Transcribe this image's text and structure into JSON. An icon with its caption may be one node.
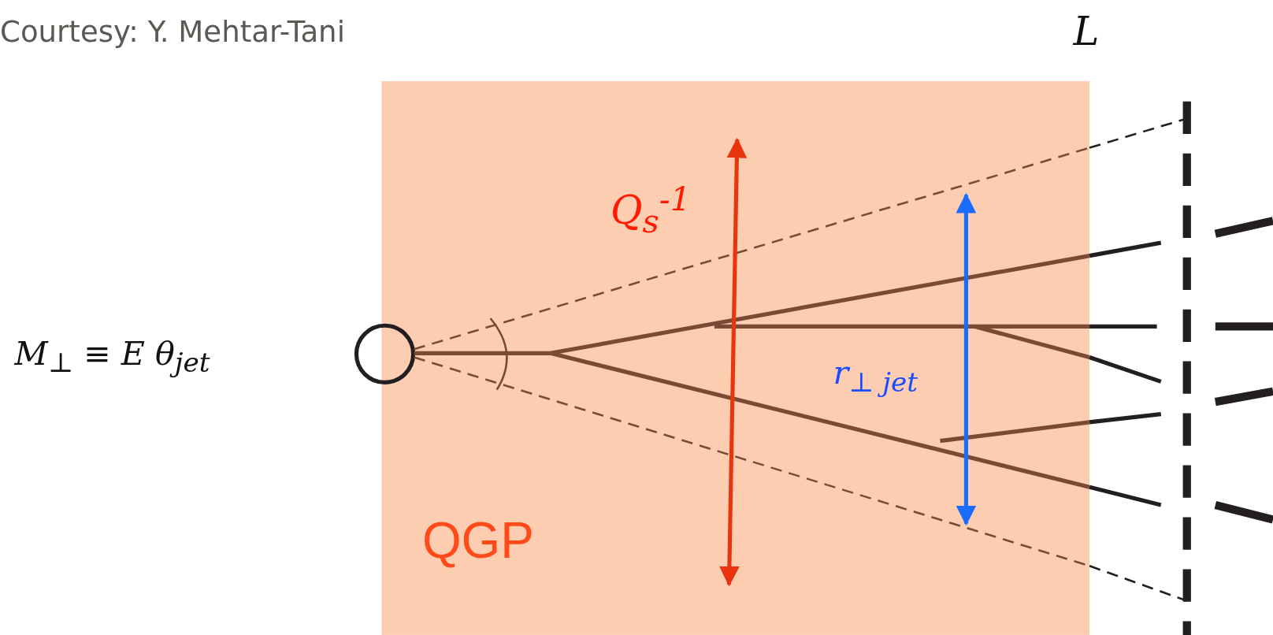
{
  "diagram": {
    "nodes": [
      {
        "text": [
          "QGP"
        ]
      },
      {
        "text": [],
        "shape": "circle"
      }
    ],
    "edges": [],
    "labels": [
      "Courtesy: Y. Mehtar-Tani",
      "L",
      "Q$_{s}$$^{-1}$",
      "M$_{⊥}$ ≡ E θ$_{jet}$",
      "r$_{⊥ jet}$"
    ]
  }
}
